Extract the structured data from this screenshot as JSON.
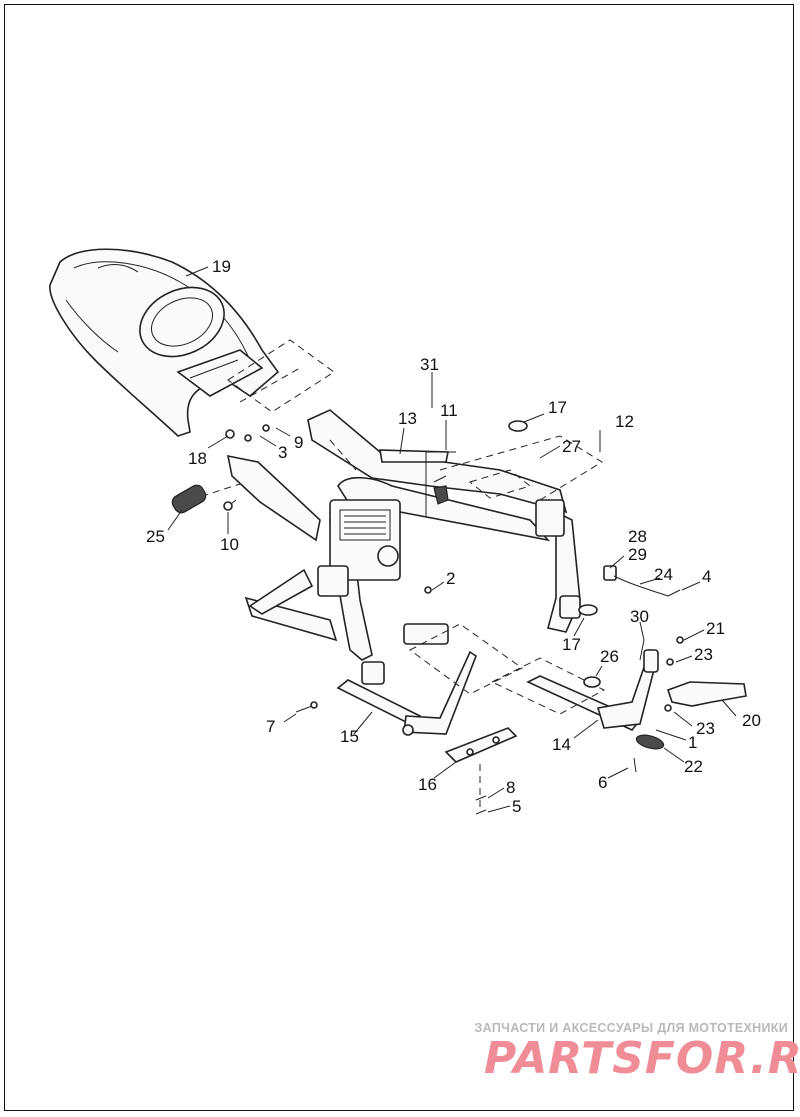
{
  "diagram": {
    "callouts": [
      "19",
      "31",
      "11",
      "13",
      "17",
      "12",
      "27",
      "18",
      "3",
      "9",
      "25",
      "10",
      "28",
      "29",
      "24",
      "4",
      "2",
      "17",
      "30",
      "21",
      "26",
      "23",
      "20",
      "7",
      "15",
      "23",
      "14",
      "1",
      "22",
      "6",
      "16",
      "8",
      "5"
    ]
  },
  "watermark": {
    "tagline": "ЗАПЧАСТИ И АКСЕССУАРЫ ДЛЯ МОТОТЕХНИКИ",
    "logo": "PARTSFOR.RU"
  }
}
